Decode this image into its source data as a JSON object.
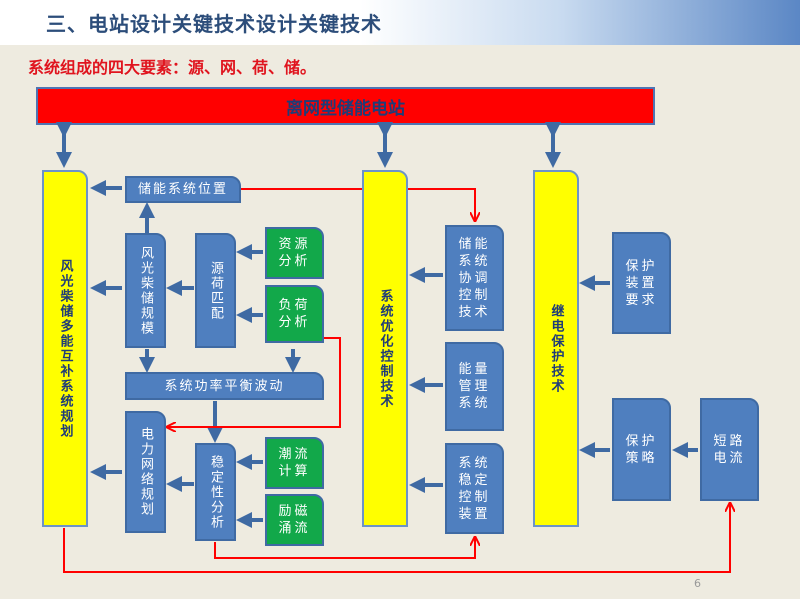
{
  "title": "三、电站设计关键技术设计关键技术",
  "subtitle": "系统组成的四大要素：源、网、荷、储。",
  "banner": "离网型储能电站",
  "columns": {
    "c1": "风光柴储多能互补系统规划",
    "c2": "系统优化控制技术",
    "c3": "继电保护技术"
  },
  "boxes": {
    "pos": "储能系统位置",
    "scale": "风光柴储规模",
    "match": "源荷匹配",
    "res": "资源分析",
    "load": "负荷分析",
    "balance": "系统功率平衡波动",
    "grid": "电力网络规划",
    "stab": "稳定性分析",
    "flow": "潮流计算",
    "inrush": "励磁涌流",
    "coord": "储能系统协调控制技术",
    "ems": "能量管理系统",
    "stabdev": "系统稳定控制装置",
    "protreq": "保护装置要求",
    "protstr": "保护策略",
    "short": "短路电流"
  },
  "page_number": "6",
  "colors": {
    "red": "#ff0000",
    "blue": "#4f7fbf",
    "green": "#12a84a",
    "yellow": "#ffff00"
  }
}
